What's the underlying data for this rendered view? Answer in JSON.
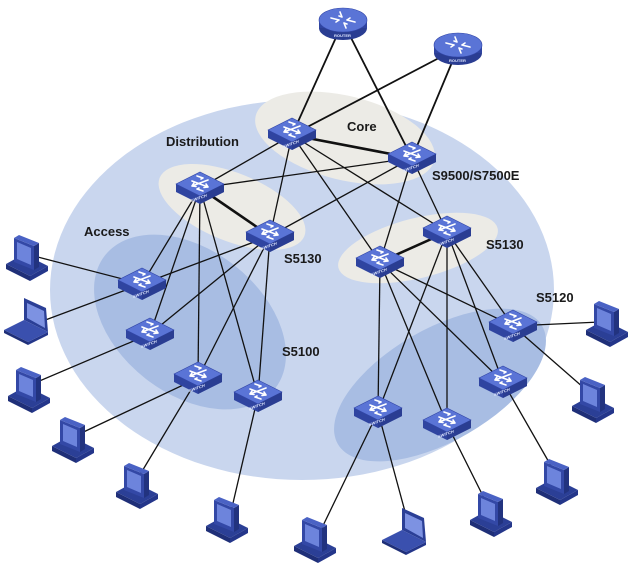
{
  "labels": {
    "core": "Core",
    "distribution": "Distribution",
    "access": "Access",
    "core_model": "S9500/S7500E",
    "dist_model_left": "S5130",
    "dist_model_right": "S5130",
    "access_model_left": "S5100",
    "access_model_right": "S5120"
  },
  "device_text": {
    "router": "ROUTER",
    "switch": "SWITCH"
  },
  "colors": {
    "outer_zone": "#c9d6ee",
    "inner_zone": "#a8bde3",
    "highlight_zone": "#ecebe6",
    "device_body": "#3f56b8",
    "device_top": "#5a74d6",
    "link": "#111111"
  },
  "icons": [
    "router-icon",
    "switch-icon",
    "desktop-computer-icon",
    "laptop-icon"
  ]
}
